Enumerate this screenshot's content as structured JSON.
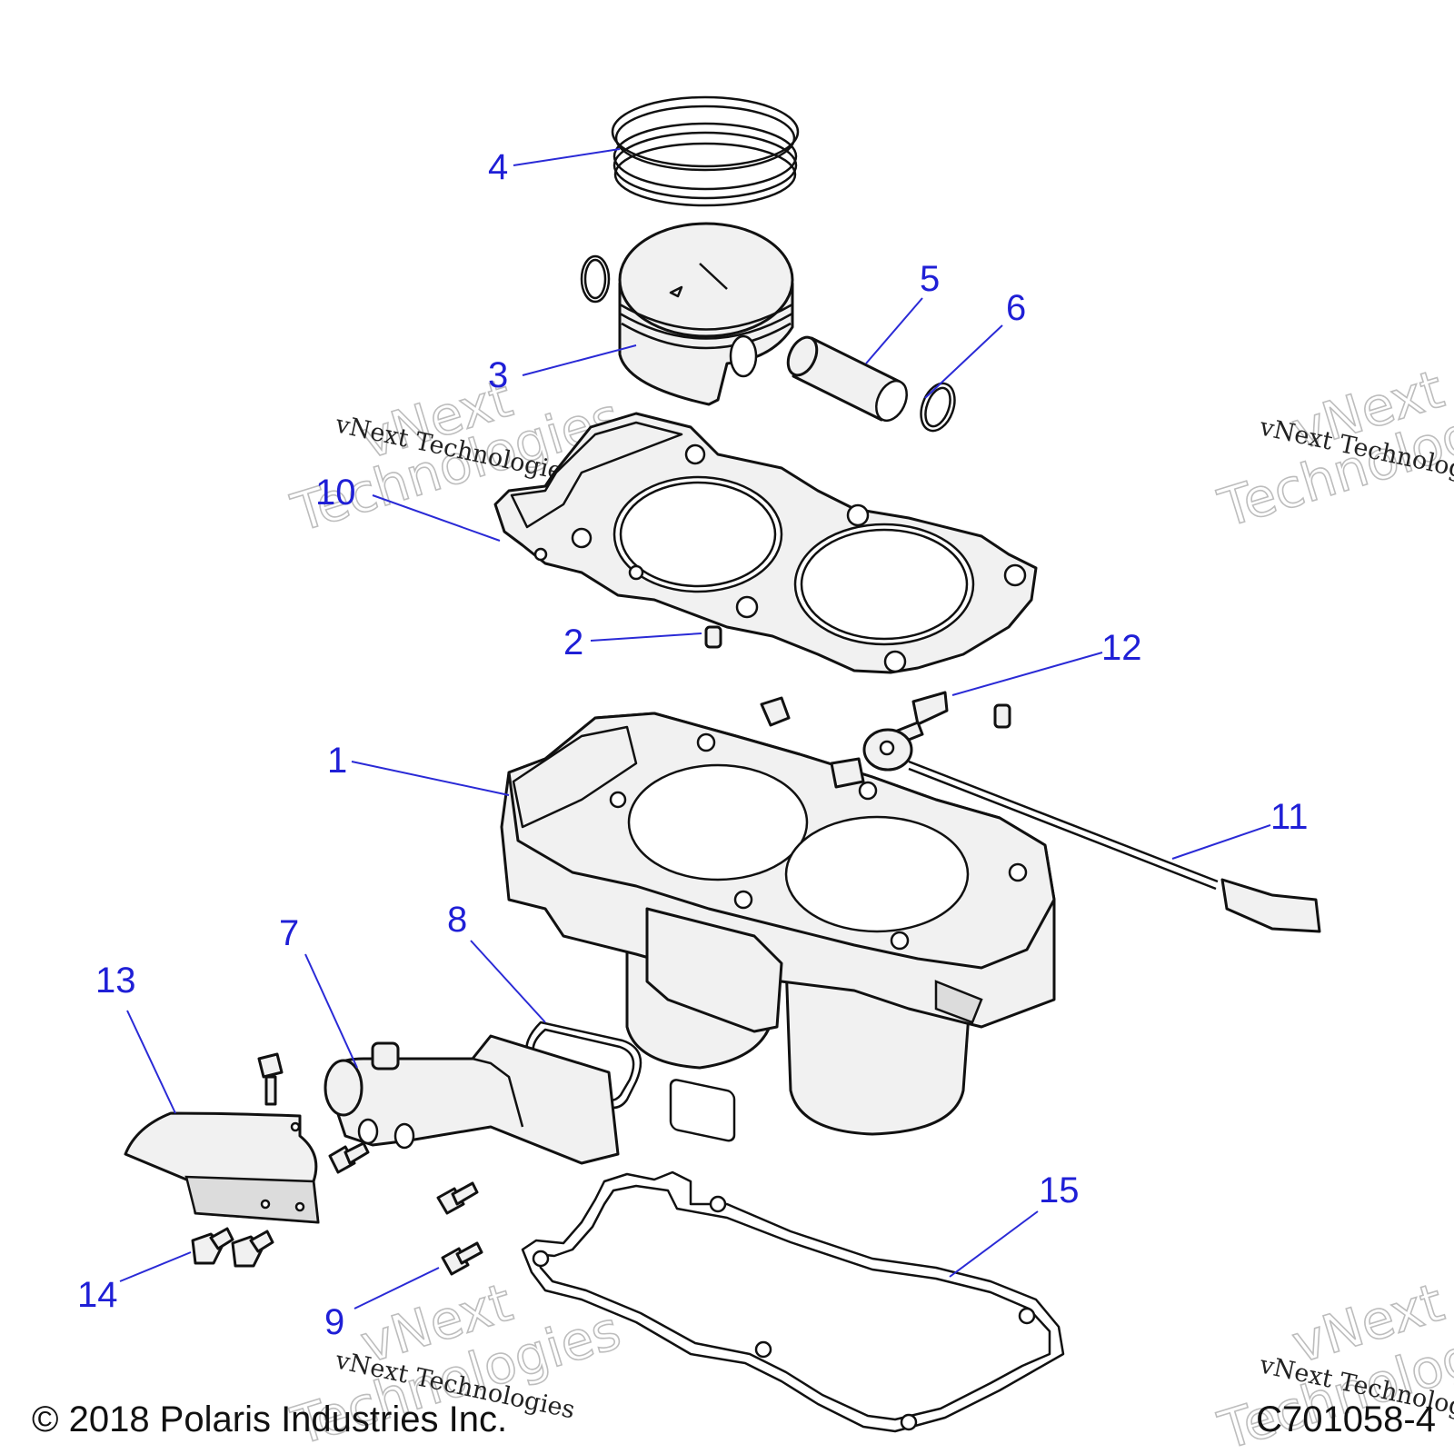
{
  "diagram": {
    "callouts": [
      {
        "id": "1",
        "label": "1"
      },
      {
        "id": "2",
        "label": "2"
      },
      {
        "id": "3",
        "label": "3"
      },
      {
        "id": "4",
        "label": "4"
      },
      {
        "id": "5",
        "label": "5"
      },
      {
        "id": "6",
        "label": "6"
      },
      {
        "id": "7",
        "label": "7"
      },
      {
        "id": "8",
        "label": "8"
      },
      {
        "id": "9",
        "label": "9"
      },
      {
        "id": "10",
        "label": "10"
      },
      {
        "id": "11",
        "label": "11"
      },
      {
        "id": "12",
        "label": "12"
      },
      {
        "id": "13",
        "label": "13"
      },
      {
        "id": "14",
        "label": "14"
      },
      {
        "id": "15",
        "label": "15"
      }
    ],
    "callout_color": "#1f1fd6"
  },
  "watermark": {
    "line": "vNext Technologies",
    "word1": "vNext",
    "word2": "Technologies"
  },
  "footer": {
    "copyright": "© 2018 Polaris Industries Inc.",
    "figure_id": "C701058-4"
  }
}
